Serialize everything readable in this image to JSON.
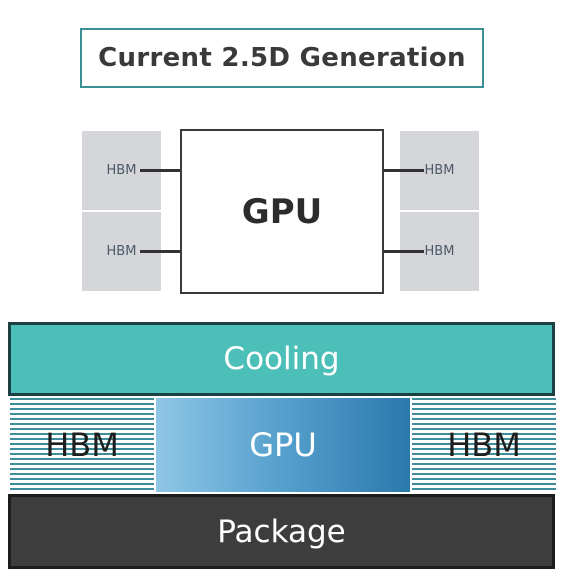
{
  "title": "Current 2.5D Generation",
  "top_view": {
    "gpu_label": "GPU",
    "hbm_labels": [
      "HBM",
      "HBM",
      "HBM",
      "HBM"
    ]
  },
  "side_view": {
    "cooling_label": "Cooling",
    "left_hbm_label": "HBM",
    "gpu_label": "GPU",
    "right_hbm_label": "HBM",
    "package_label": "Package"
  },
  "colors": {
    "title_border": "#3b8f96",
    "cooling": "#4cc0b8",
    "hbm_stripes": "#3f8d9c",
    "gpu_gradient_start": "#8fc6e6",
    "gpu_gradient_end": "#2a79ad",
    "package": "#3d3d3d",
    "hbm_die": "#d4d6da"
  }
}
